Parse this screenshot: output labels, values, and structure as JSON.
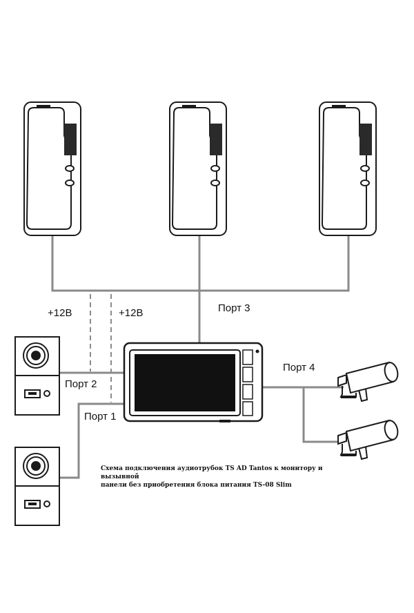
{
  "labels": {
    "port1": "Порт 1",
    "port2": "Порт 2",
    "port3": "Порт 3",
    "port4": "Порт 4",
    "power_left": "+12В",
    "power_right": "+12В"
  },
  "caption": {
    "line1": "Схема подключения аудиотрубок TS AD Tantos к монитору и вызывной",
    "line2": "панели без приобретения блока питания TS-08 Slim"
  },
  "colors": {
    "wire": "#8a8a8a",
    "outline": "#1a1a1a",
    "screen": "#111111",
    "speaker": "#2a2a2a"
  },
  "devices": {
    "handsets": [
      "handset-icon",
      "handset-icon",
      "handset-icon"
    ],
    "call_panels": [
      "call-panel-icon",
      "call-panel-icon"
    ],
    "cameras": [
      "camera-icon",
      "camera-icon"
    ],
    "monitor": "monitor-icon"
  }
}
